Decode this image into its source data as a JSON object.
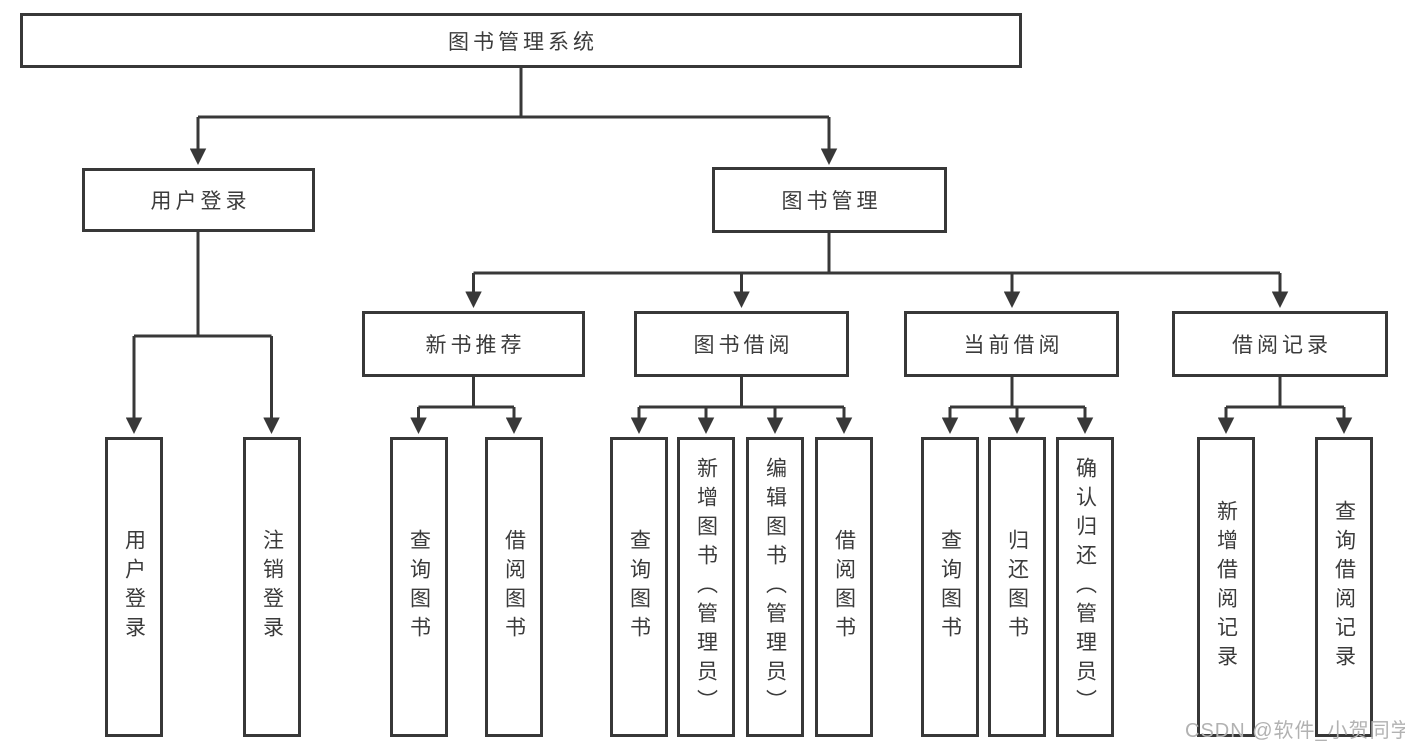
{
  "diagram": {
    "root": {
      "label": "图书管理系统"
    },
    "level2": [
      {
        "label": "用户登录",
        "leaves": [
          "用户登录",
          "注销登录"
        ]
      },
      {
        "label": "图书管理",
        "groups": [
          {
            "label": "新书推荐",
            "leaves": [
              "查询图书",
              "借阅图书"
            ]
          },
          {
            "label": "图书借阅",
            "leaves": [
              "查询图书",
              "新增图书（管理员）",
              "编辑图书（管理员）",
              "借阅图书"
            ]
          },
          {
            "label": "当前借阅",
            "leaves": [
              "查询图书",
              "归还图书",
              "确认归还（管理员）"
            ]
          },
          {
            "label": "借阅记录",
            "leaves": [
              "新增借阅记录",
              "查询借阅记录"
            ]
          }
        ]
      }
    ]
  },
  "watermark": {
    "text": "CSDN @软件_小贺同学"
  },
  "colors": {
    "line": "#383838",
    "box_border": "#383838",
    "text": "#3b3b3b",
    "watermark": "#b2b2b2",
    "background": "#ffffff"
  }
}
